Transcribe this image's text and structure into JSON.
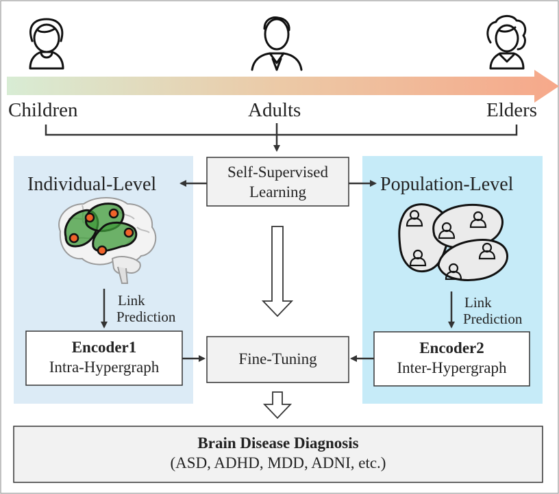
{
  "age_groups": [
    {
      "label": "Children",
      "icon": "child-icon"
    },
    {
      "label": "Adults",
      "icon": "adult-icon"
    },
    {
      "label": "Elders",
      "icon": "elder-icon"
    }
  ],
  "self_supervised": {
    "line1": "Self-Supervised",
    "line2": "Learning"
  },
  "individual": {
    "title": "Individual-Level",
    "link_line1": "Link",
    "link_line2": "Prediction",
    "encoder_title": "Encoder1",
    "encoder_sub": "Intra-Hypergraph"
  },
  "population": {
    "title": "Population-Level",
    "link_line1": "Link",
    "link_line2": "Prediction",
    "encoder_title": "Encoder2",
    "encoder_sub": "Inter-Hypergraph"
  },
  "fine_tuning": "Fine-Tuning",
  "diagnosis": {
    "title": "Brain Disease Diagnosis",
    "sub": "(ASD, ADHD, MDD, ADNI, etc.)"
  },
  "colors": {
    "panel_left": "#dcebf6",
    "panel_right": "#c6ebf8",
    "arrow_start": "#d8ecd4",
    "arrow_end": "#f6a88a",
    "node_fill": "#f0632a",
    "hyper_green": "#3f9b3a",
    "box_fill": "#f2f2f2",
    "stroke": "#333333"
  }
}
